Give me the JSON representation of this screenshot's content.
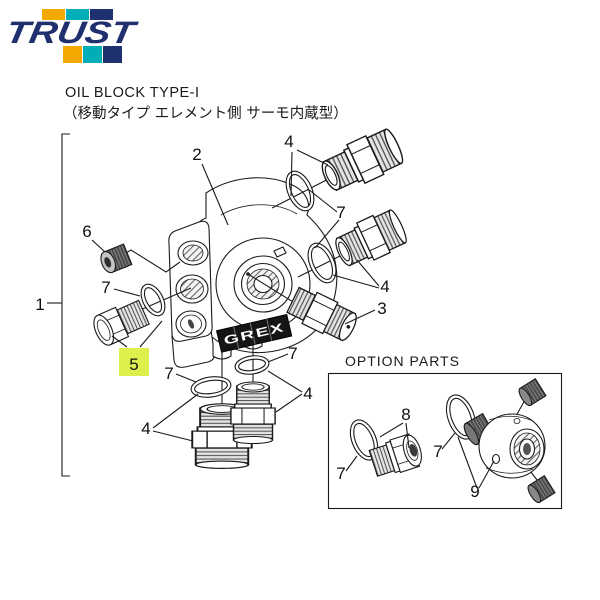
{
  "brand": {
    "name": "TRUST",
    "colors": {
      "orange": "#F4A900",
      "teal": "#00AEB8",
      "navy": "#1F3170"
    }
  },
  "title": {
    "line1": "OIL BLOCK TYPE-I",
    "line2": "（移動タイプ エレメント側 サーモ内蔵型）"
  },
  "diagram": {
    "body_logo": "GREX",
    "option_title": "OPTION PARTS",
    "highlight": {
      "part": "5",
      "color": "#DCEF4D"
    },
    "callouts": {
      "c1": "1",
      "c2": "2",
      "c3": "3",
      "c4": "4",
      "c5": "5",
      "c6": "6",
      "c7": "7",
      "c8": "8",
      "c9": "9"
    }
  }
}
